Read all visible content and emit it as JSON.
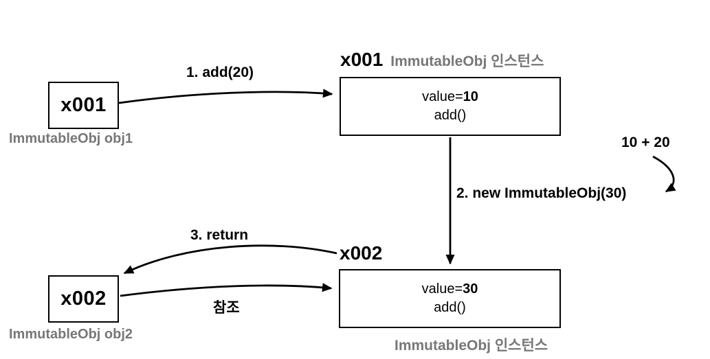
{
  "diagram": {
    "colors": {
      "line": "#000000",
      "muted_text": "#777777",
      "background": "#ffffff"
    },
    "ref_boxes": {
      "obj1": {
        "ref": "x001",
        "caption": "ImmutableObj obj1"
      },
      "obj2": {
        "ref": "x002",
        "caption": "ImmutableObj obj2"
      }
    },
    "instances": {
      "first": {
        "title_ref": "x001",
        "title_type": "ImmutableObj 인스턴스",
        "field_prefix": "value=",
        "field_value": "10",
        "method": "add()"
      },
      "second": {
        "title_ref": "x002",
        "title_type": "ImmutableObj 인스턴스",
        "field_prefix": "value=",
        "field_value": "30",
        "method": "add()"
      }
    },
    "labels": {
      "step1": "1. add(20)",
      "step2": "2. new ImmutableObj(30)",
      "step3": "3. return",
      "reference": "참조",
      "calculation": "10 + 20"
    }
  }
}
